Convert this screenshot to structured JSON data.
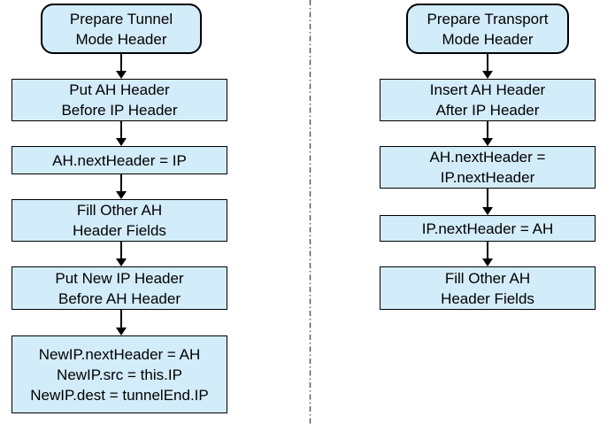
{
  "diagram": {
    "colors": {
      "node_fill": "#d3ecf9",
      "node_border": "#000000",
      "arrow": "#000000",
      "divider": "#5a5a5a",
      "background": "#ffffff"
    },
    "tunnel": {
      "steps": [
        {
          "shape": "terminator",
          "lines": [
            "Prepare Tunnel",
            "Mode Header"
          ]
        },
        {
          "shape": "process",
          "lines": [
            "Put AH Header",
            "Before IP Header"
          ]
        },
        {
          "shape": "process",
          "lines": [
            "AH.nextHeader = IP"
          ]
        },
        {
          "shape": "process",
          "lines": [
            "Fill Other AH",
            "Header Fields"
          ]
        },
        {
          "shape": "process",
          "lines": [
            "Put New IP Header",
            "Before AH Header"
          ]
        },
        {
          "shape": "process",
          "lines": [
            "NewIP.nextHeader = AH",
            "NewIP.src = this.IP",
            "NewIP.dest = tunnelEnd.IP"
          ]
        }
      ]
    },
    "transport": {
      "steps": [
        {
          "shape": "terminator",
          "lines": [
            "Prepare Transport",
            "Mode Header"
          ]
        },
        {
          "shape": "process",
          "lines": [
            "Insert AH Header",
            "After IP Header"
          ]
        },
        {
          "shape": "process",
          "lines": [
            "AH.nextHeader =",
            "IP.nextHeader"
          ]
        },
        {
          "shape": "process",
          "lines": [
            "IP.nextHeader = AH"
          ]
        },
        {
          "shape": "process",
          "lines": [
            "Fill Other AH",
            "Header Fields"
          ]
        }
      ]
    }
  }
}
